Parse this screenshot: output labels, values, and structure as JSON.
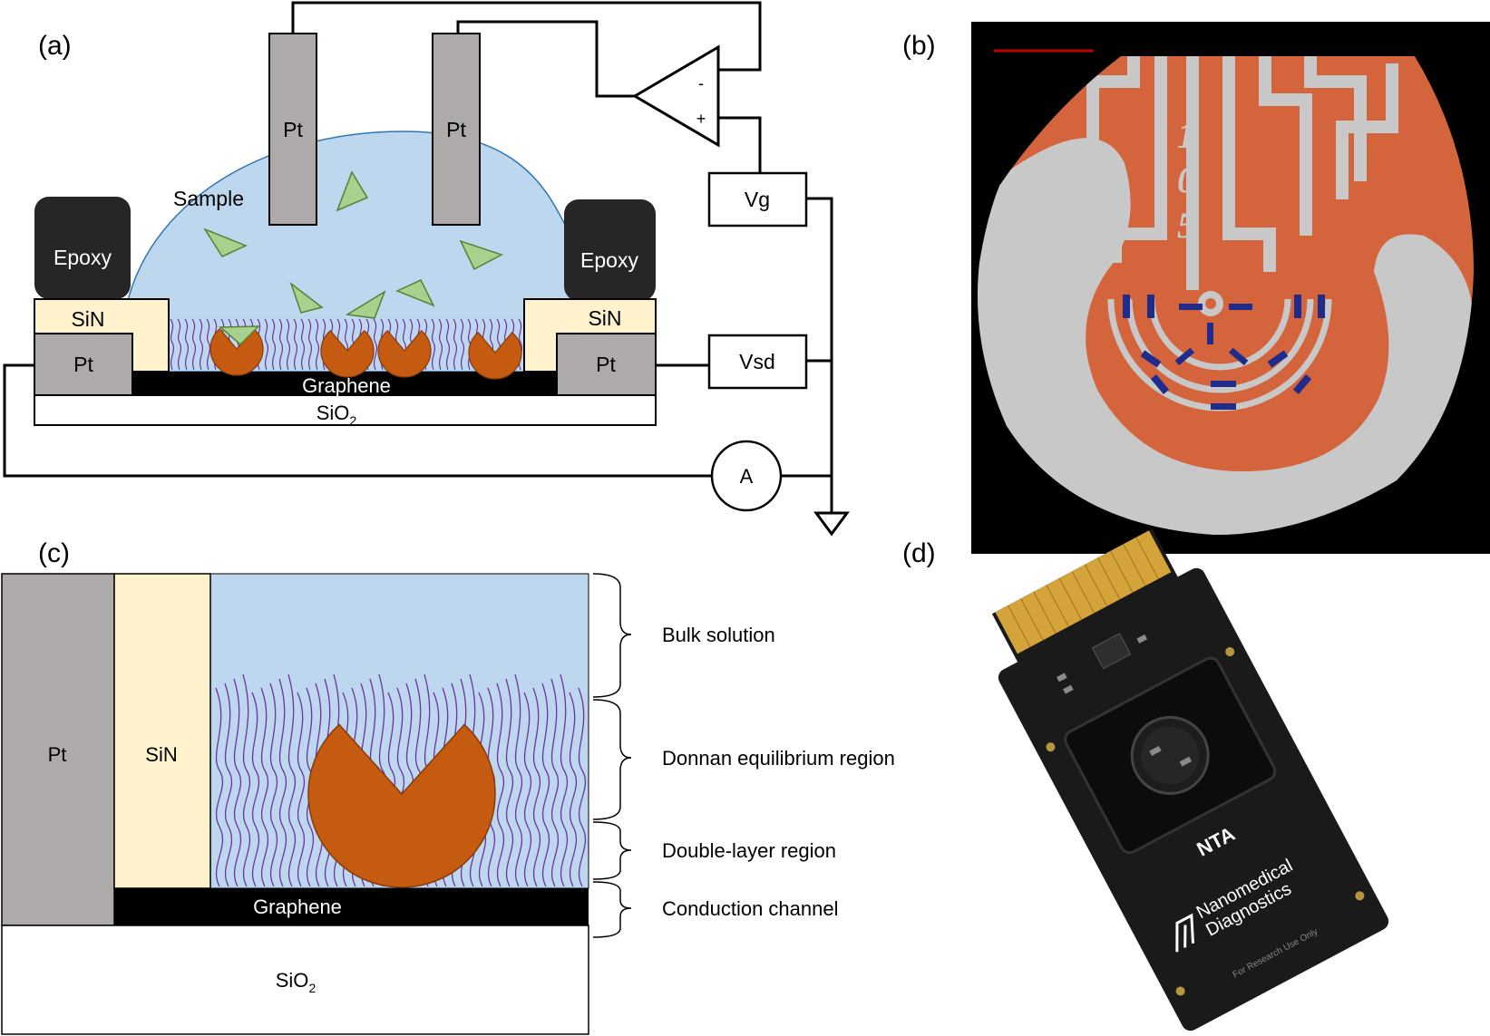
{
  "panel_labels": {
    "a": "(a)",
    "b": "(b)",
    "c": "(c)",
    "d": "(d)"
  },
  "panel_a": {
    "pt_left_electrode": "Pt",
    "pt_right_electrode": "Pt",
    "sample": "Sample",
    "epoxy_left": "Epoxy",
    "epoxy_right": "Epoxy",
    "sin_left": "SiN",
    "sin_right": "SiN",
    "pt_left_contact": "Pt",
    "pt_right_contact": "Pt",
    "graphene": "Graphene",
    "substrate_base": "SiO",
    "substrate_sub": "2",
    "vg": "Vg",
    "vsd": "Vsd",
    "ammeter": "A",
    "opamp_minus": "-",
    "opamp_plus": "+"
  },
  "panel_b": {
    "chip_number_1": "1",
    "chip_number_2": "0",
    "chip_number_3": "5"
  },
  "panel_c": {
    "pt": "Pt",
    "sin": "SiN",
    "graphene": "Graphene",
    "substrate_base": "SiO",
    "substrate_sub": "2",
    "regions": [
      "Bulk solution",
      "Donnan equilibrium region",
      "Double-layer region",
      "Conduction channel"
    ]
  },
  "panel_d": {
    "board_label": "NTA",
    "brand_line1": "Nanomedical",
    "brand_line2": "Diagnostics",
    "disclaimer": "For Research Use Only"
  },
  "colors": {
    "solution": "#bdd7ee",
    "pt": "#aeaaaa",
    "sin": "#fff2cc",
    "epoxy": "#262626",
    "receptor": "#c55a11",
    "target": "#a9d18e",
    "linker": "#7030a0",
    "chip_copper": "#d4643c",
    "chip_pad": "#c8c8c8",
    "chip_window": "#1f2c8c"
  }
}
